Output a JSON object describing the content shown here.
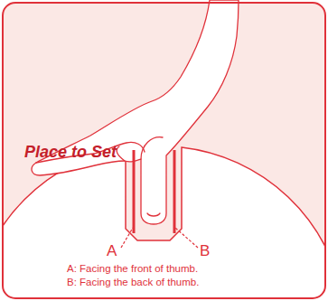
{
  "diagram": {
    "labels": [
      "Place to Set",
      "A",
      "B",
      "A: Facing the front of thumb.",
      "B: Facing the back of thumb."
    ]
  }
}
